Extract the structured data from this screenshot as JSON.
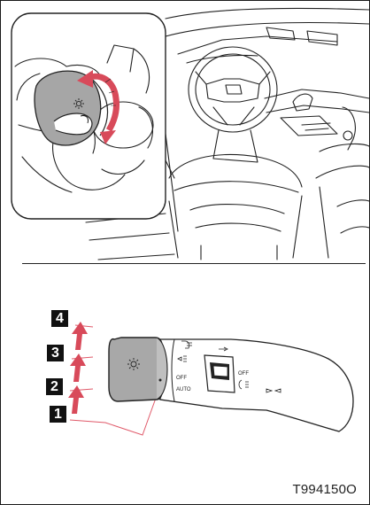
{
  "figure": {
    "code": "T994150O",
    "steps": [
      "4",
      "3",
      "2",
      "1"
    ],
    "stalk_labels": {
      "off": "OFF",
      "auto": "AUTO",
      "wiper_off": "OFF"
    },
    "accent_color": "#e05a6a",
    "arrow_color": "#d84a5a"
  }
}
